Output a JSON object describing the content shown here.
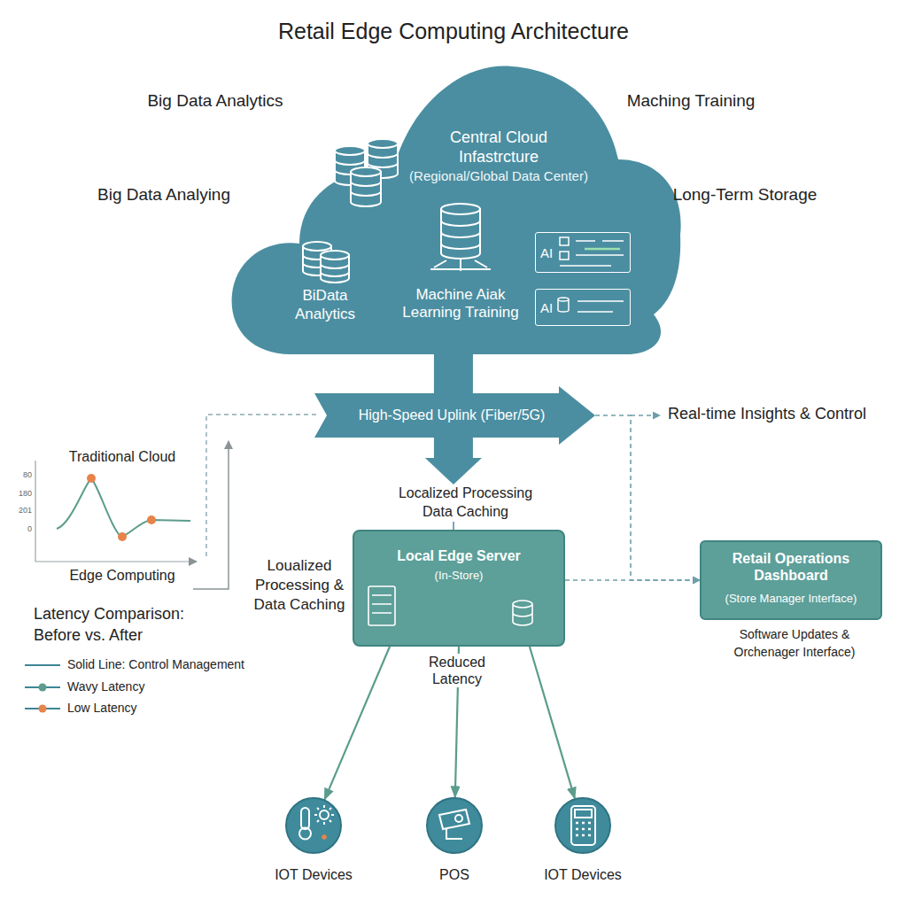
{
  "diagram": {
    "title": "Retail Edge Computing Architecture",
    "nodes": [
      {
        "text": [
          "Central Cloud Infastrcture",
          "(Regional/Global Data Center)"
        ]
      },
      {
        "text": [
          "AI"
        ],
        "in": 0
      },
      {
        "text": [
          "AI"
        ],
        "in": 0
      },
      {
        "text": [
          "High-Speed Uplink (Fiber/5G)"
        ]
      },
      {
        "text": [
          "Local Edge Server",
          "(In-Store)"
        ]
      },
      {
        "text": [
          "Retail Operations Dashboard",
          "(Store Manager Interface)"
        ]
      },
      {
        "text": [
          "IOT Devices"
        ]
      },
      {
        "text": [
          "POS"
        ]
      },
      {
        "text": [
          "IOT Devices"
        ]
      }
    ],
    "edges": [
      {
        "from": 0,
        "to": 3,
        "arrow": "none"
      },
      {
        "from": 3,
        "to": 4,
        "arrow": "to"
      },
      {
        "from": 3,
        "to": 5,
        "arrow": "to"
      },
      {
        "from": 4,
        "to": 5,
        "arrow": "to"
      },
      {
        "from": 4,
        "to": 6,
        "arrow": "to"
      },
      {
        "from": 4,
        "to": 7,
        "arrow": "to"
      },
      {
        "from": 4,
        "to": 8,
        "arrow": "to"
      }
    ],
    "labels": [
      "Big Data Analytics",
      "Maching Training",
      "Big Data Analying",
      "Long-Term Storage",
      "BiData Analytics",
      "Machine Aiak Learning Training",
      "Real-time Insights & Control",
      "Traditional Cloud",
      "80",
      "180",
      "201",
      "0",
      "Localized Processing Data Caching",
      "Edge Computing",
      "Loualized Processing & Data Caching",
      "Latency Comparison: Before vs. After",
      "Software Updates & Orchenager Interface)",
      "Reduced Latency"
    ],
    "legend": [
      {
        "text": "Solid Line: Control Management"
      },
      {
        "text": "Wavy Latency"
      },
      {
        "text": "Low Latency"
      }
    ]
  }
}
